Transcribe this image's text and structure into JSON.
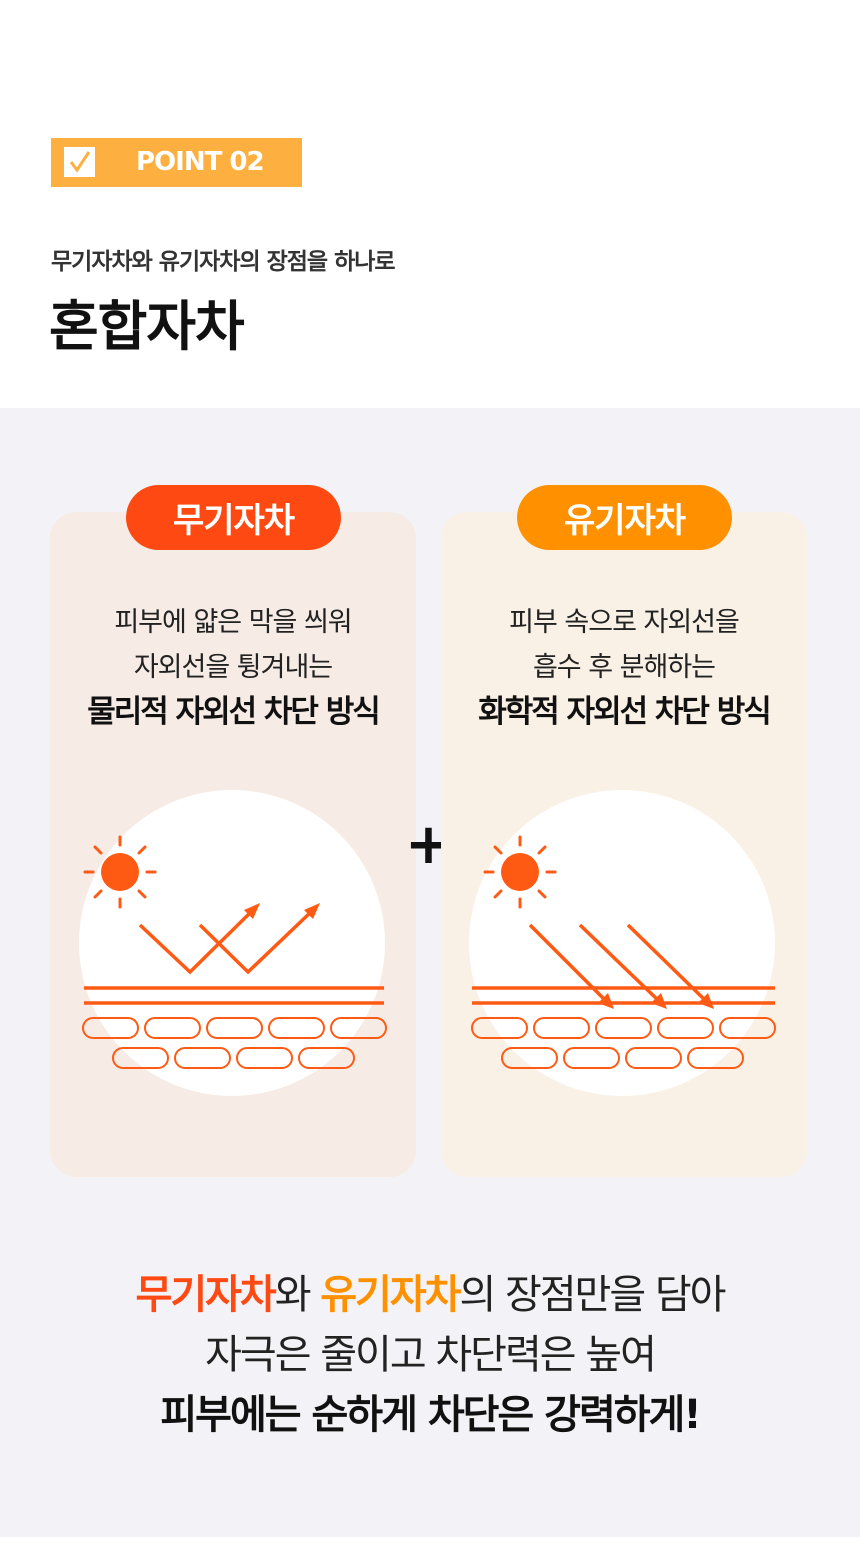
{
  "header": {
    "badge_label": "POINT 02",
    "subtitle": "무기자차와 유기자차의 장점을 하나로",
    "title": "혼합자차"
  },
  "cards": [
    {
      "label": "무기자차",
      "lines": [
        "피부에 얇은 막을 씌워",
        "자외선을 튕겨내는"
      ],
      "emphasis": "물리적 자외선 차단 방식",
      "diagram": "reflect"
    },
    {
      "label": "유기자차",
      "lines": [
        "피부 속으로 자외선을",
        "흡수 후 분해하는"
      ],
      "emphasis": "화학적 자외선 차단 방식",
      "diagram": "absorb"
    }
  ],
  "plus": "+",
  "bottom": {
    "line1": {
      "a": "무기자차",
      "b": "와 ",
      "c": "유기자차",
      "d": "의 장점만을 담아"
    },
    "line2": "자극은 줄이고 차단력은 높여",
    "line3": "피부에는 순하게 차단은 강력하게!"
  },
  "colors": {
    "inorganic": "#fe4a12",
    "organic": "#ff9000",
    "badge": "#fdb040",
    "line": "#ff5a14"
  }
}
